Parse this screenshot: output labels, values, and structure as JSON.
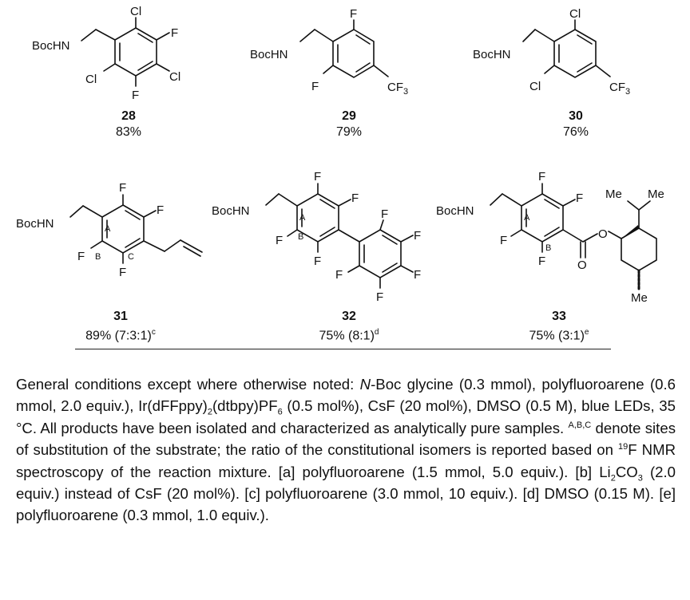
{
  "compounds": [
    {
      "id": "28",
      "number": "28",
      "yield": "83%"
    },
    {
      "id": "29",
      "number": "29",
      "yield": "79%"
    },
    {
      "id": "30",
      "number": "30",
      "yield": "76%"
    },
    {
      "id": "31",
      "number": "31",
      "yield": "89% (7:3:1)",
      "note": "c"
    },
    {
      "id": "32",
      "number": "32",
      "yield": "75% (8:1)",
      "note": "d"
    },
    {
      "id": "33",
      "number": "33",
      "yield": "75% (3:1)",
      "note": "e"
    }
  ],
  "labels": {
    "bochn": "BocHN",
    "f": "F",
    "cl": "Cl",
    "cf3": "CF",
    "sub3": "3",
    "me": "Me",
    "o": "O",
    "a": "A",
    "b": "B",
    "c": "C"
  },
  "footnote": {
    "p1": "General conditions except where otherwise noted: ",
    "nboc_italic": "N",
    "p2": "-Boc glycine (0.3 mmol), polyfluoroarene (0.6 mmol, 2.0 equiv.), Ir(dFFppy)",
    "sub_2": "2",
    "p3": "(dtbpy)PF",
    "sub_6": "6",
    "p4": " (0.5 mol%), CsF (20 mol%), DMSO (0.5 M), blue LEDs, 35 °C. All products have been isolated and characterized as analytically pure samples. ",
    "sup_abc": "A,B,C",
    "p5": " denote sites of substitution of the substrate; the ratio of the constitutional isomers is reported based on ",
    "sup_19": "19",
    "p6": "F NMR spectroscopy of the reaction mixture. [a] polyfluoroarene (1.5 mmol, 5.0 equiv.). [b] Li",
    "sub_li": "2",
    "p7": "CO",
    "sub_co": "3",
    "p8": " (2.0 equiv.) instead of CsF (20 mol%). [c] polyfluoroarene (3.0 mmol, 10 equiv.). [d] DMSO (0.15 M). [e] polyfluoroarene (0.3 mmol, 1.0 equiv.)."
  }
}
